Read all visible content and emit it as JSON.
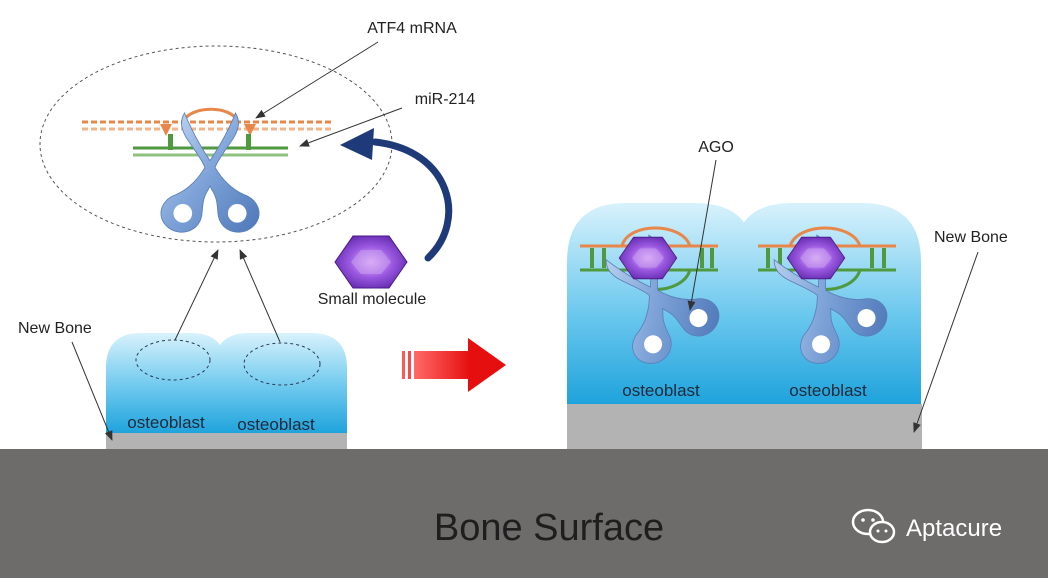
{
  "labels": {
    "atf4": "ATF4 mRNA",
    "mir": "miR-214",
    "small_molecule": "Small molecule",
    "new_bone_left": "New Bone",
    "new_bone_right": "New Bone",
    "ago": "AGO",
    "osteoblast": "osteoblast",
    "bone_surface": "Bone Surface"
  },
  "watermark": {
    "text": "Aptacure",
    "icon": "wechat-icon"
  },
  "colors": {
    "cell_top": "#d6f1fb",
    "cell_bottom": "#22a6dd",
    "bone_surface": "#6e6b6b",
    "new_bone": "#b3b3b3",
    "mrna": "#e8874a",
    "mirna": "#4f9a3f",
    "scissors": "#7aa0d6",
    "molecule": "#7a3cc4",
    "curved_arrow": "#1f3a78",
    "red_arrow": "#ee1c1c"
  }
}
